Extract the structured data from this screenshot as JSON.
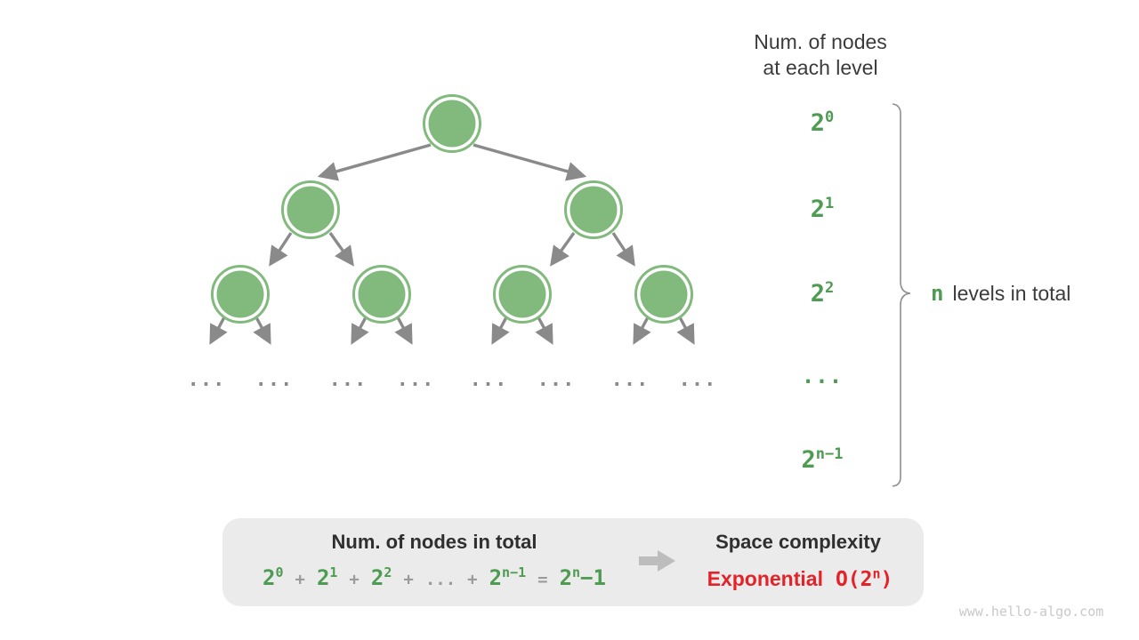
{
  "colors": {
    "node_green": "#82ba7e",
    "text_green": "#4e9b52",
    "arrow_gray": "#8a8a8a",
    "dark_text": "#3b3b3b",
    "red_text": "#e32229",
    "box_bg": "#ebebeb",
    "block_arrow_gray": "#bdbdbd",
    "watermark_gray": "#c9c9c9"
  },
  "header": {
    "line1": "Num. of nodes",
    "line2": "at each level"
  },
  "level_labels": {
    "l0": {
      "base": "2",
      "sup": "0"
    },
    "l1": {
      "base": "2",
      "sup": "1"
    },
    "l2": {
      "base": "2",
      "sup": "2"
    },
    "dots": "...",
    "ln": {
      "base": "2",
      "sup": "n−1"
    }
  },
  "brace": {
    "n": "n",
    "label": "levels in total"
  },
  "tree": {
    "dots": "..."
  },
  "summary_box": {
    "total_title": "Num. of nodes in total",
    "formula": {
      "t0": {
        "base": "2",
        "sup": "0"
      },
      "plus": "+",
      "t1": {
        "base": "2",
        "sup": "1"
      },
      "t2": {
        "base": "2",
        "sup": "2"
      },
      "dots": "...",
      "tn": {
        "base": "2",
        "sup": "n−1"
      },
      "equals": "=",
      "result": {
        "base": "2",
        "sup": "n",
        "tail": "−1"
      }
    },
    "space_title": "Space complexity",
    "complexity_name": "Exponential",
    "complexity_o": {
      "base": "O(2",
      "sup": "n",
      "close": ")"
    }
  },
  "watermark": "www.hello-algo.com"
}
